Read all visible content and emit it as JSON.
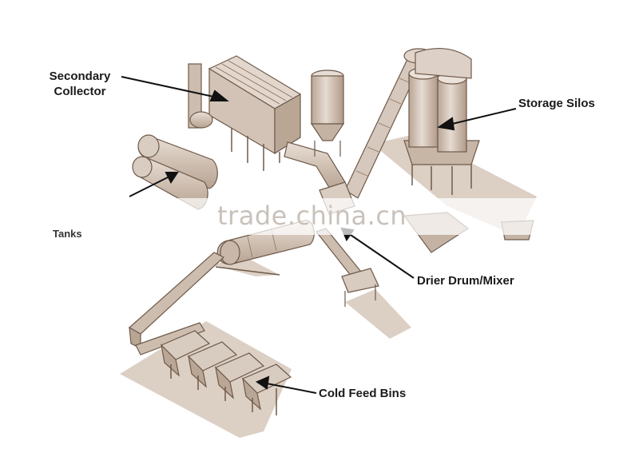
{
  "labels": {
    "secondary_collector": [
      "Secondary",
      "Collector"
    ],
    "storage_silos": "Storage Silos",
    "tanks": "Tanks",
    "drier_drum_mixer": "Drier Drum/Mixer",
    "cold_feed_bins": "Cold Feed Bins"
  },
  "watermark": "trade.china.cn",
  "colors": {
    "equipment_fill": "#d8cbc0",
    "equipment_shade": "#c2b1a3",
    "equipment_dark": "#a8927f",
    "outline": "#6e5a4a",
    "ground": "#dccfc4",
    "leader_line": "#111111"
  }
}
